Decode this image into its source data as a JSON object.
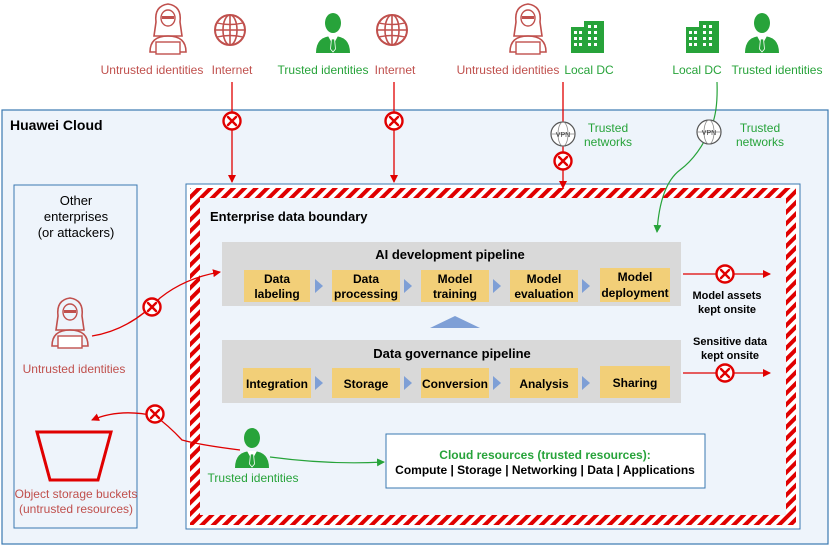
{
  "colors": {
    "untrusted": "#c0504d",
    "trusted": "#27a33a",
    "blocked": "#e00000",
    "cloud_fill": "#eef4fb",
    "cloud_border": "#3a78b0",
    "pipeline_fill": "#d9d9d9",
    "step_fill": "#f2cf78",
    "chevron": "#7e9fd6",
    "hatch": "#e00000"
  },
  "top": {
    "g1_identity": "Untrusted identities",
    "g1_net": "Internet",
    "g2_identity": "Trusted identities",
    "g2_net": "Internet",
    "g3_identity": "Untrusted identities",
    "g3_net": "Local DC",
    "g4_net": "Local DC",
    "g4_identity": "Trusted identities"
  },
  "cloud": {
    "title": "Huawei Cloud"
  },
  "vpn": {
    "label": "VPN",
    "trusted_line1": "Trusted",
    "trusted_line2": "networks"
  },
  "other_enterprises": {
    "line1": "Other",
    "line2": "enterprises",
    "line3": "(or attackers)",
    "untrusted_label": "Untrusted identities",
    "bucket_line1": "Object storage buckets",
    "bucket_line2": "(untrusted resources)"
  },
  "boundary": {
    "title": "Enterprise data boundary"
  },
  "ai_pipeline": {
    "title": "AI development pipeline",
    "steps": [
      {
        "line1": "Data",
        "line2": "labeling"
      },
      {
        "line1": "Data",
        "line2": "processing"
      },
      {
        "line1": "Model",
        "line2": "training"
      },
      {
        "line1": "Model",
        "line2": "evaluation"
      },
      {
        "line1": "Model",
        "line2": "deployment"
      }
    ],
    "note_line1": "Model assets",
    "note_line2": "kept onsite"
  },
  "gov_pipeline": {
    "title": "Data governance pipeline",
    "steps": [
      "Integration",
      "Storage",
      "Conversion",
      "Analysis",
      "Sharing"
    ],
    "note_line1": "Sensitive data",
    "note_line2": "kept onsite"
  },
  "trusted_inside": {
    "label": "Trusted identities"
  },
  "cloud_resources": {
    "title": "Cloud  resources (trusted resources):",
    "items": "Compute |  Storage | Networking | Data | Applications"
  }
}
